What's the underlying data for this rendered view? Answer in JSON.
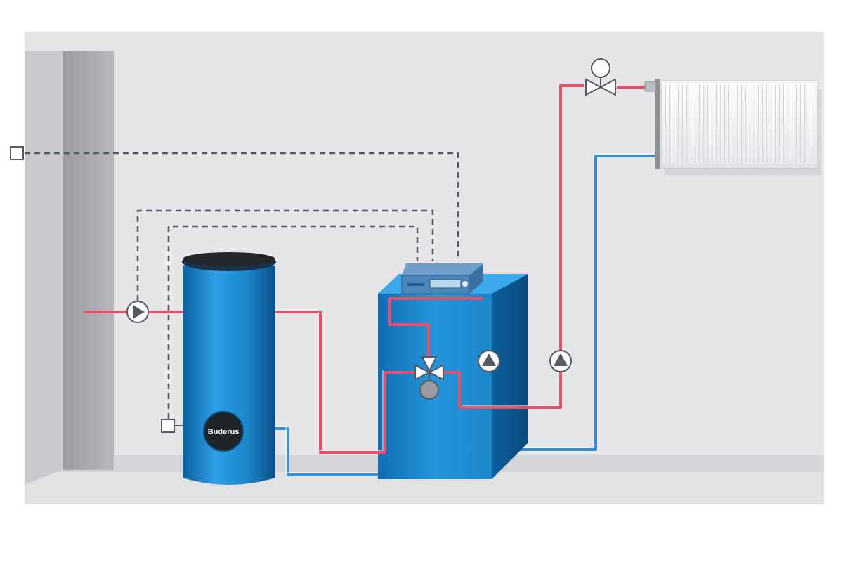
{
  "diagram": {
    "brand_label": "Buderus",
    "components": [
      {
        "name": "storage-water-heater"
      },
      {
        "name": "boiler"
      },
      {
        "name": "control-panel"
      },
      {
        "name": "radiator"
      },
      {
        "name": "thermostatic-valve"
      },
      {
        "name": "three-way-mixing-valve"
      },
      {
        "name": "circulation-pump"
      },
      {
        "name": "outdoor-temperature-sensor"
      },
      {
        "name": "tank-temperature-sensor"
      }
    ]
  },
  "colors": {
    "background": "#e6e6e8",
    "wall": "#a7a9ae",
    "floor": "#d4d5d8",
    "equipment_blue": "#1a86cc",
    "equipment_blue_dark": "#0c5f9e",
    "supply_pipe": "#e8506a",
    "return_pipe": "#3a8fd3",
    "control_wire": "#555a60",
    "radiator": "#f4f5f7"
  }
}
